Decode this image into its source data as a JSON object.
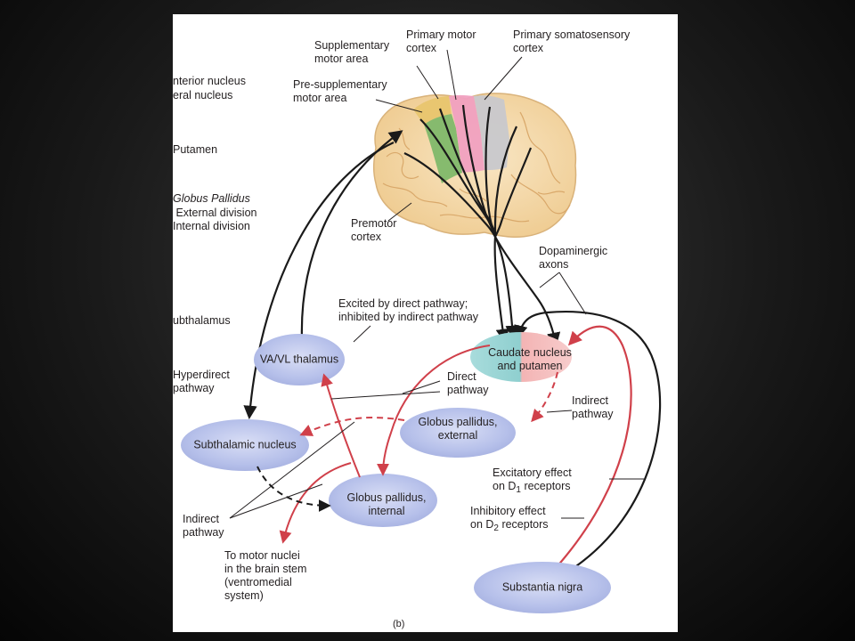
{
  "left_labels": {
    "anterior_nucleus": "nterior nucleus",
    "lateral_nucleus": "eral nucleus",
    "putamen": "Putamen",
    "globus_pallidus": "Globus Pallidus",
    "external_division": " External division",
    "internal_division": "Internal division",
    "subthalamus": "ubthalamus"
  },
  "cortex": {
    "supplementary_motor_area": "Supplementary\nmotor area",
    "primary_motor_cortex": "Primary motor\ncortex",
    "primary_somatosensory_cortex": "Primary somatosensory\ncortex",
    "pre_supplementary_motor_area": "Pre-supplementary\nmotor area",
    "premotor_cortex": "Premotor\ncortex"
  },
  "nodes": {
    "va_vl_thalamus": "VA/VL thalamus",
    "caudate_putamen": "Caudate nucleus\nand putamen",
    "subthalamic_nucleus": "Subthalamic nucleus",
    "gp_external": "Globus pallidus,\nexternal",
    "gp_internal": "Globus pallidus,\ninternal",
    "substantia_nigra": "Substantia nigra"
  },
  "annotations": {
    "dopaminergic_axons": "Dopaminergic\naxons",
    "excited_direct": "Excited by direct pathway;\ninhibited by indirect pathway",
    "hyperdirect_pathway": "Hyperdirect\npathway",
    "direct_pathway": "Direct\npathway",
    "indirect_pathway_right": "Indirect\npathway",
    "indirect_pathway_left": "Indirect\npathway",
    "excitatory_effect": "Excitatory effect",
    "on_d1_receptors": "on D",
    "d1_subscript": "1",
    "receptors_text": " receptors",
    "inhibitory_effect": "Inhibitory effect",
    "on_d2_receptors": "on D",
    "d2_subscript": "2",
    "motor_nuclei": "To motor nuclei\nin the brain stem\n(ventromedial\nsystem)",
    "panel_label": "(b)"
  },
  "colors": {
    "brain": "#f5d9a8",
    "brain_outline": "#d9b27a",
    "supplementary": "#e8c56e",
    "pre_supplementary": "#7fb86a",
    "primary_motor": "#f0a0c0",
    "somatosensory": "#c8c8cc",
    "node_fill": "#b9c3ea",
    "caudate_left": "#8fcfcf",
    "caudate_right": "#f3b4b4",
    "excitatory": "#1a1a1a",
    "inhibitory": "#d0404a"
  }
}
